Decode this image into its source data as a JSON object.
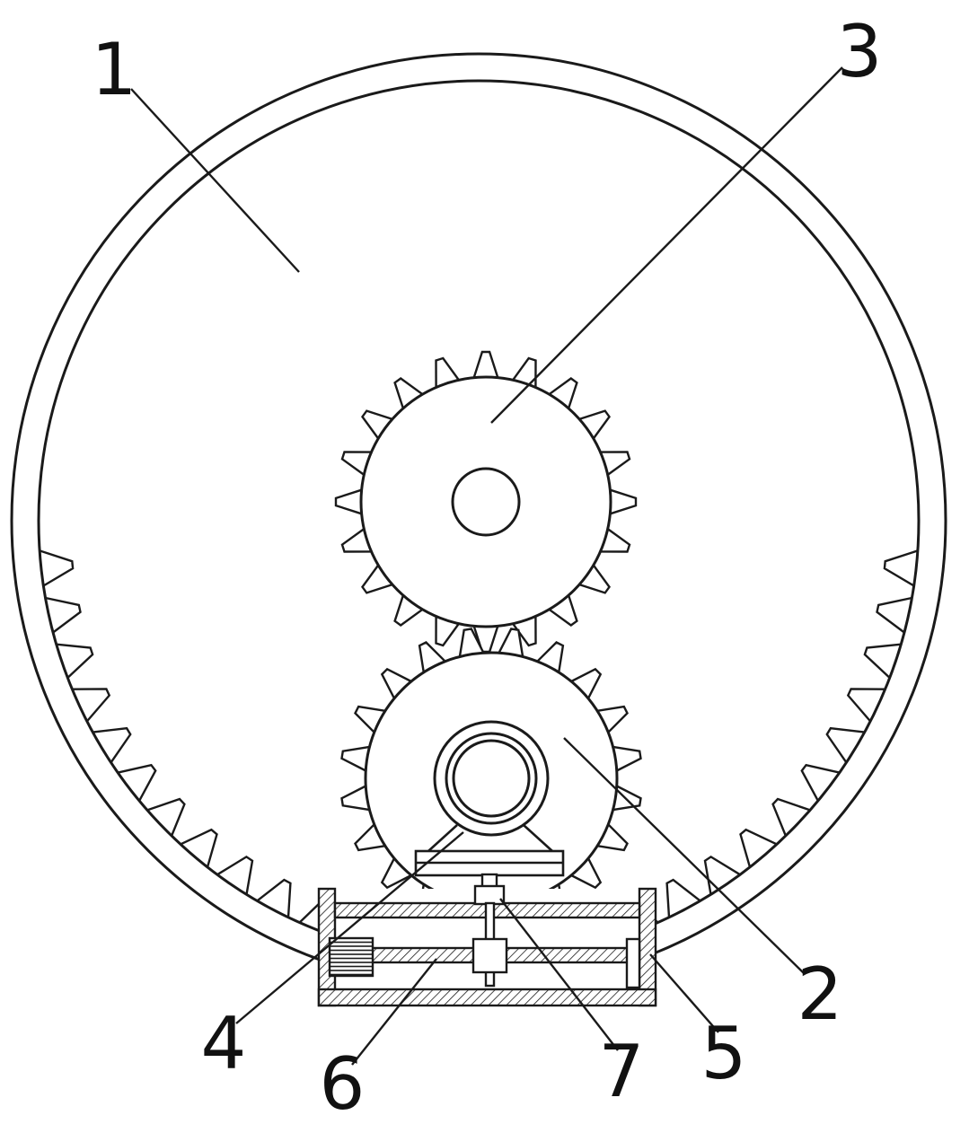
{
  "figure": {
    "background_color": "#ffffff",
    "line_color": "#1a1a1a",
    "label_color": "#111111",
    "labels": [
      {
        "ref": "1"
      },
      {
        "ref": "2"
      },
      {
        "ref": "3"
      },
      {
        "ref": "4"
      },
      {
        "ref": "5"
      },
      {
        "ref": "6"
      },
      {
        "ref": "7"
      }
    ]
  }
}
